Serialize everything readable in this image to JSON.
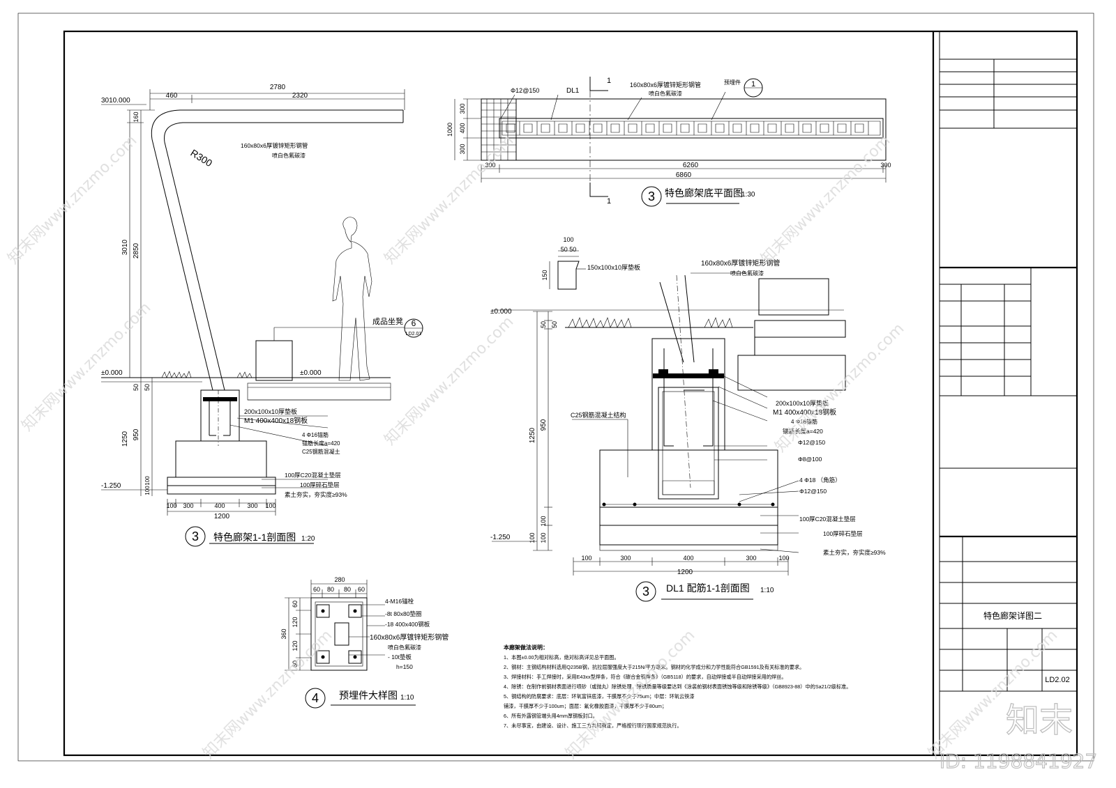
{
  "sheet": {
    "title_block_name": "特色廊架详图二",
    "drawing_no": "LD2.02"
  },
  "watermark": {
    "brand": "知末",
    "site": "知末网www.znzmo.com",
    "id": "ID: 1198841927"
  },
  "section_1_1": {
    "mark": "3",
    "title": "特色廊架1-1剖面图",
    "scale": "1:20",
    "dim_top_total": "2780",
    "dim_top_left": "460",
    "dim_top_right": "2320",
    "elev_top": "3010.000",
    "dim_v_160": "160",
    "dim_v_3010": "3010",
    "dim_v_2850": "2850",
    "radius": "R300",
    "pipe_note_1": "160x80x6厚镀锌矩形钢管",
    "pipe_note_2": "喷白色氟碳漆",
    "bench_label": "成品坐凳",
    "bench_ref_num": "6",
    "bench_ref_sheet": "LD2.01",
    "elev_zero_left": "±0.000",
    "elev_zero_right": "±0.000",
    "dim_v_50a": "50",
    "dim_v_50b": "50",
    "dim_v_1250": "1250",
    "dim_v_950": "950",
    "elev_bottom": "-1.250",
    "dim_v_100a": "100",
    "dim_v_100b": "100",
    "notes": [
      "200x100x10厚垫板",
      "M1 400x400x18钢板",
      "4 Φ16锚筋",
      "锚筋长度a=420",
      "C25钢筋混凝土",
      "100厚C20混凝土垫层",
      "100厚碎石垫层",
      "素土夯实，夯实度≥93%"
    ],
    "dim_bottom": [
      "100",
      "300",
      "400",
      "300",
      "100"
    ],
    "dim_bottom_total": "1200"
  },
  "plan": {
    "mark": "3",
    "title": "特色廊架底平面图",
    "scale": "1:30",
    "rebar": "Φ12@150",
    "dl1": "DL1",
    "pipe": "160x80x6厚镀锌矩形钢管",
    "paint": "喷白色氟碳漆",
    "embed": "预埋件",
    "embed_ref": "1",
    "cut_1": "1",
    "cut_2": "1",
    "dim_v": [
      "300",
      "400",
      "300"
    ],
    "dim_v_total": "1000",
    "dim_h_left": "300",
    "dim_h_mid": "6260",
    "dim_h_right": "300",
    "dim_h_total": "6860"
  },
  "dl1_section": {
    "mark": "3",
    "title": "DL1 配筋1-1剖面图",
    "scale": "1:10",
    "pad_w": "100",
    "pad_w_split": "50 50",
    "pad_h": "150",
    "pad_label": "150x100x10厚垫板",
    "pipe": "160x80x6厚镀锌矩形钢管",
    "paint": "喷白色氟碳漆",
    "elev_zero": "±0.000",
    "dim_v_50a": "50",
    "dim_v_50b": "50",
    "dim_v_1250": "1250",
    "dim_v_950": "950",
    "dim_v_100a": "100",
    "dim_v_100b": "100",
    "dim_v_100c": "100",
    "elev_bottom": "-1.250",
    "concrete": "C25钢筋混凝土结构",
    "notes": [
      "200x100x10厚垫板",
      "M1 400x400x18钢板",
      "4 Φ16锚筋",
      "锚筋长度a=420",
      "Φ12@150",
      "Φ8@100",
      "4 Φ18 （角筋）",
      "Φ12@150",
      "100厚C20混凝土垫层",
      "100厚碎石垫层",
      "素土夯实，夯实度≥93%"
    ],
    "dim_bottom": [
      "100",
      "300",
      "400",
      "300",
      "100"
    ],
    "dim_bottom_total": "1200"
  },
  "embed_detail": {
    "mark": "4",
    "title": "预埋件大样图",
    "scale": "1:10",
    "dim_top_total": "280",
    "dim_top": [
      "60",
      "80",
      "80",
      "60"
    ],
    "dim_left_total": "360",
    "dim_left": [
      "60",
      "120",
      "120",
      "60"
    ],
    "notes": [
      "4-M16锚栓",
      "-8t 80x80垫圈",
      "-18 400x400钢板",
      "160x80x6厚镀锌矩形钢管",
      "喷白色氟碳漆",
      "- 10t垫板",
      "h=150"
    ]
  },
  "spec": {
    "heading": "本廊架做法说明：",
    "items": [
      "1、本图±0.00为相对标高，绝对标高详见总平面图。",
      "2、钢材：主钢结构材料选用Q235B钢，抗拉屈服强度大于215N/平方毫米。钢材的化学成分和力学性能符合GB1591及有关标准的要求。",
      "3、焊接材料：手工焊接时，采用E43xx型焊条，符合《碳合金钢焊条》（GB5118）的要求，自动焊接或半自动焊接采用的焊丝。",
      "4、除锈：在制作前钢材表面进行喷砂（或抛丸）除锈处理，除锈质量等级要达到《涂装前钢材表面锈蚀等级和除锈等级》（GB8923-88）中的Sa21/2级标准。",
      "5、钢结构的防腐要求：底层：环氧富锌底漆，干膜厚不少于75um；中层：环氧云铁漆",
      "   铺漆，干膜厚不少于100um；面层：氟化橡胶面漆，干膜厚不少于80um；",
      "6、所有外露钢管端头用4mm厚钢板封口。",
      "7、未尽事宜，由建设、设计、施工三方共同商定，严格按行现行国家规范执行。"
    ]
  }
}
